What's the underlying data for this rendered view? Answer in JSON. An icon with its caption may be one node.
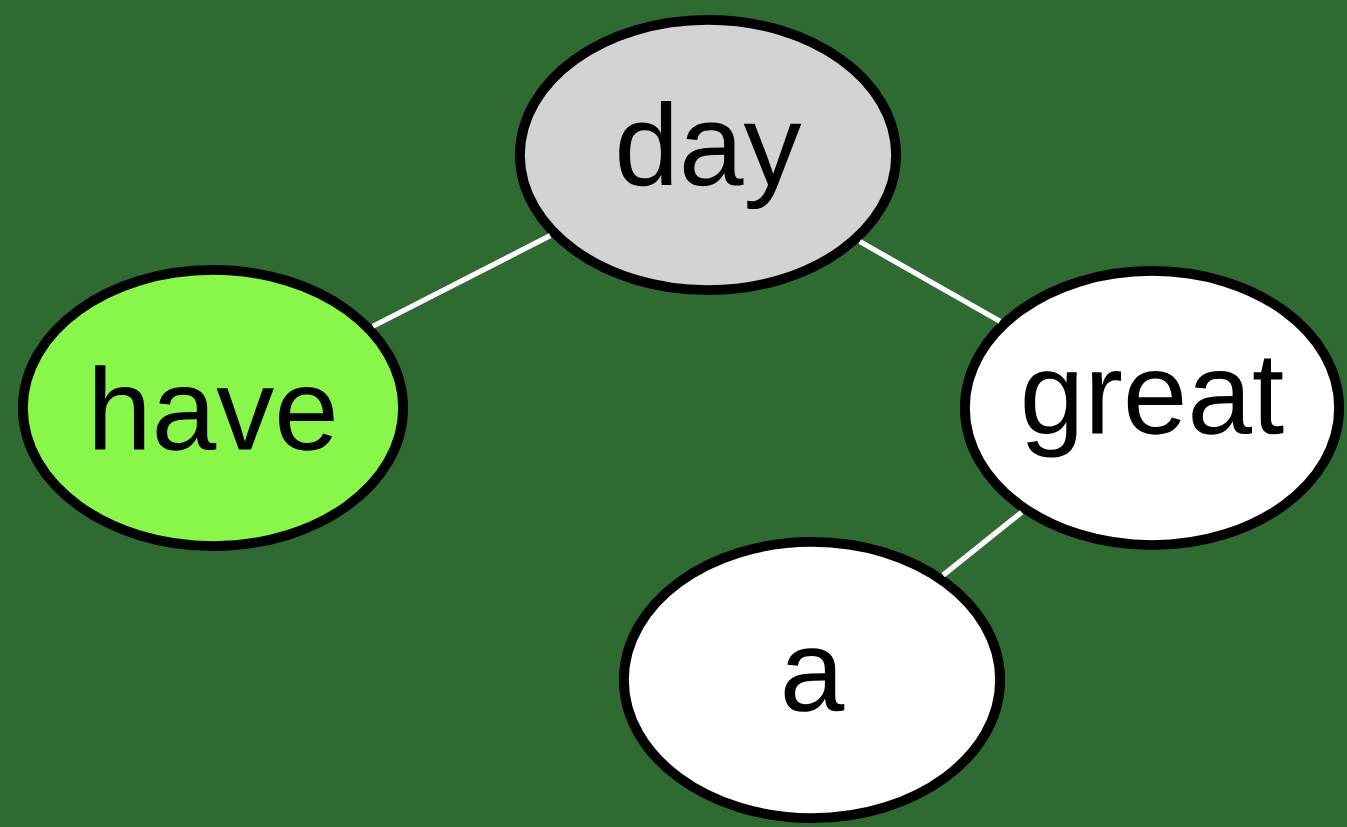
{
  "diagram": {
    "nodes": [
      {
        "text": [
          "day"
        ]
      },
      {
        "text": [
          "have"
        ]
      },
      {
        "text": [
          "great"
        ]
      },
      {
        "text": [
          "a"
        ]
      }
    ],
    "edges": [
      {
        "from": 0,
        "to": 1,
        "arrow": "none"
      },
      {
        "from": 0,
        "to": 2,
        "arrow": "none"
      },
      {
        "from": 2,
        "to": 3,
        "arrow": "none"
      }
    ]
  }
}
